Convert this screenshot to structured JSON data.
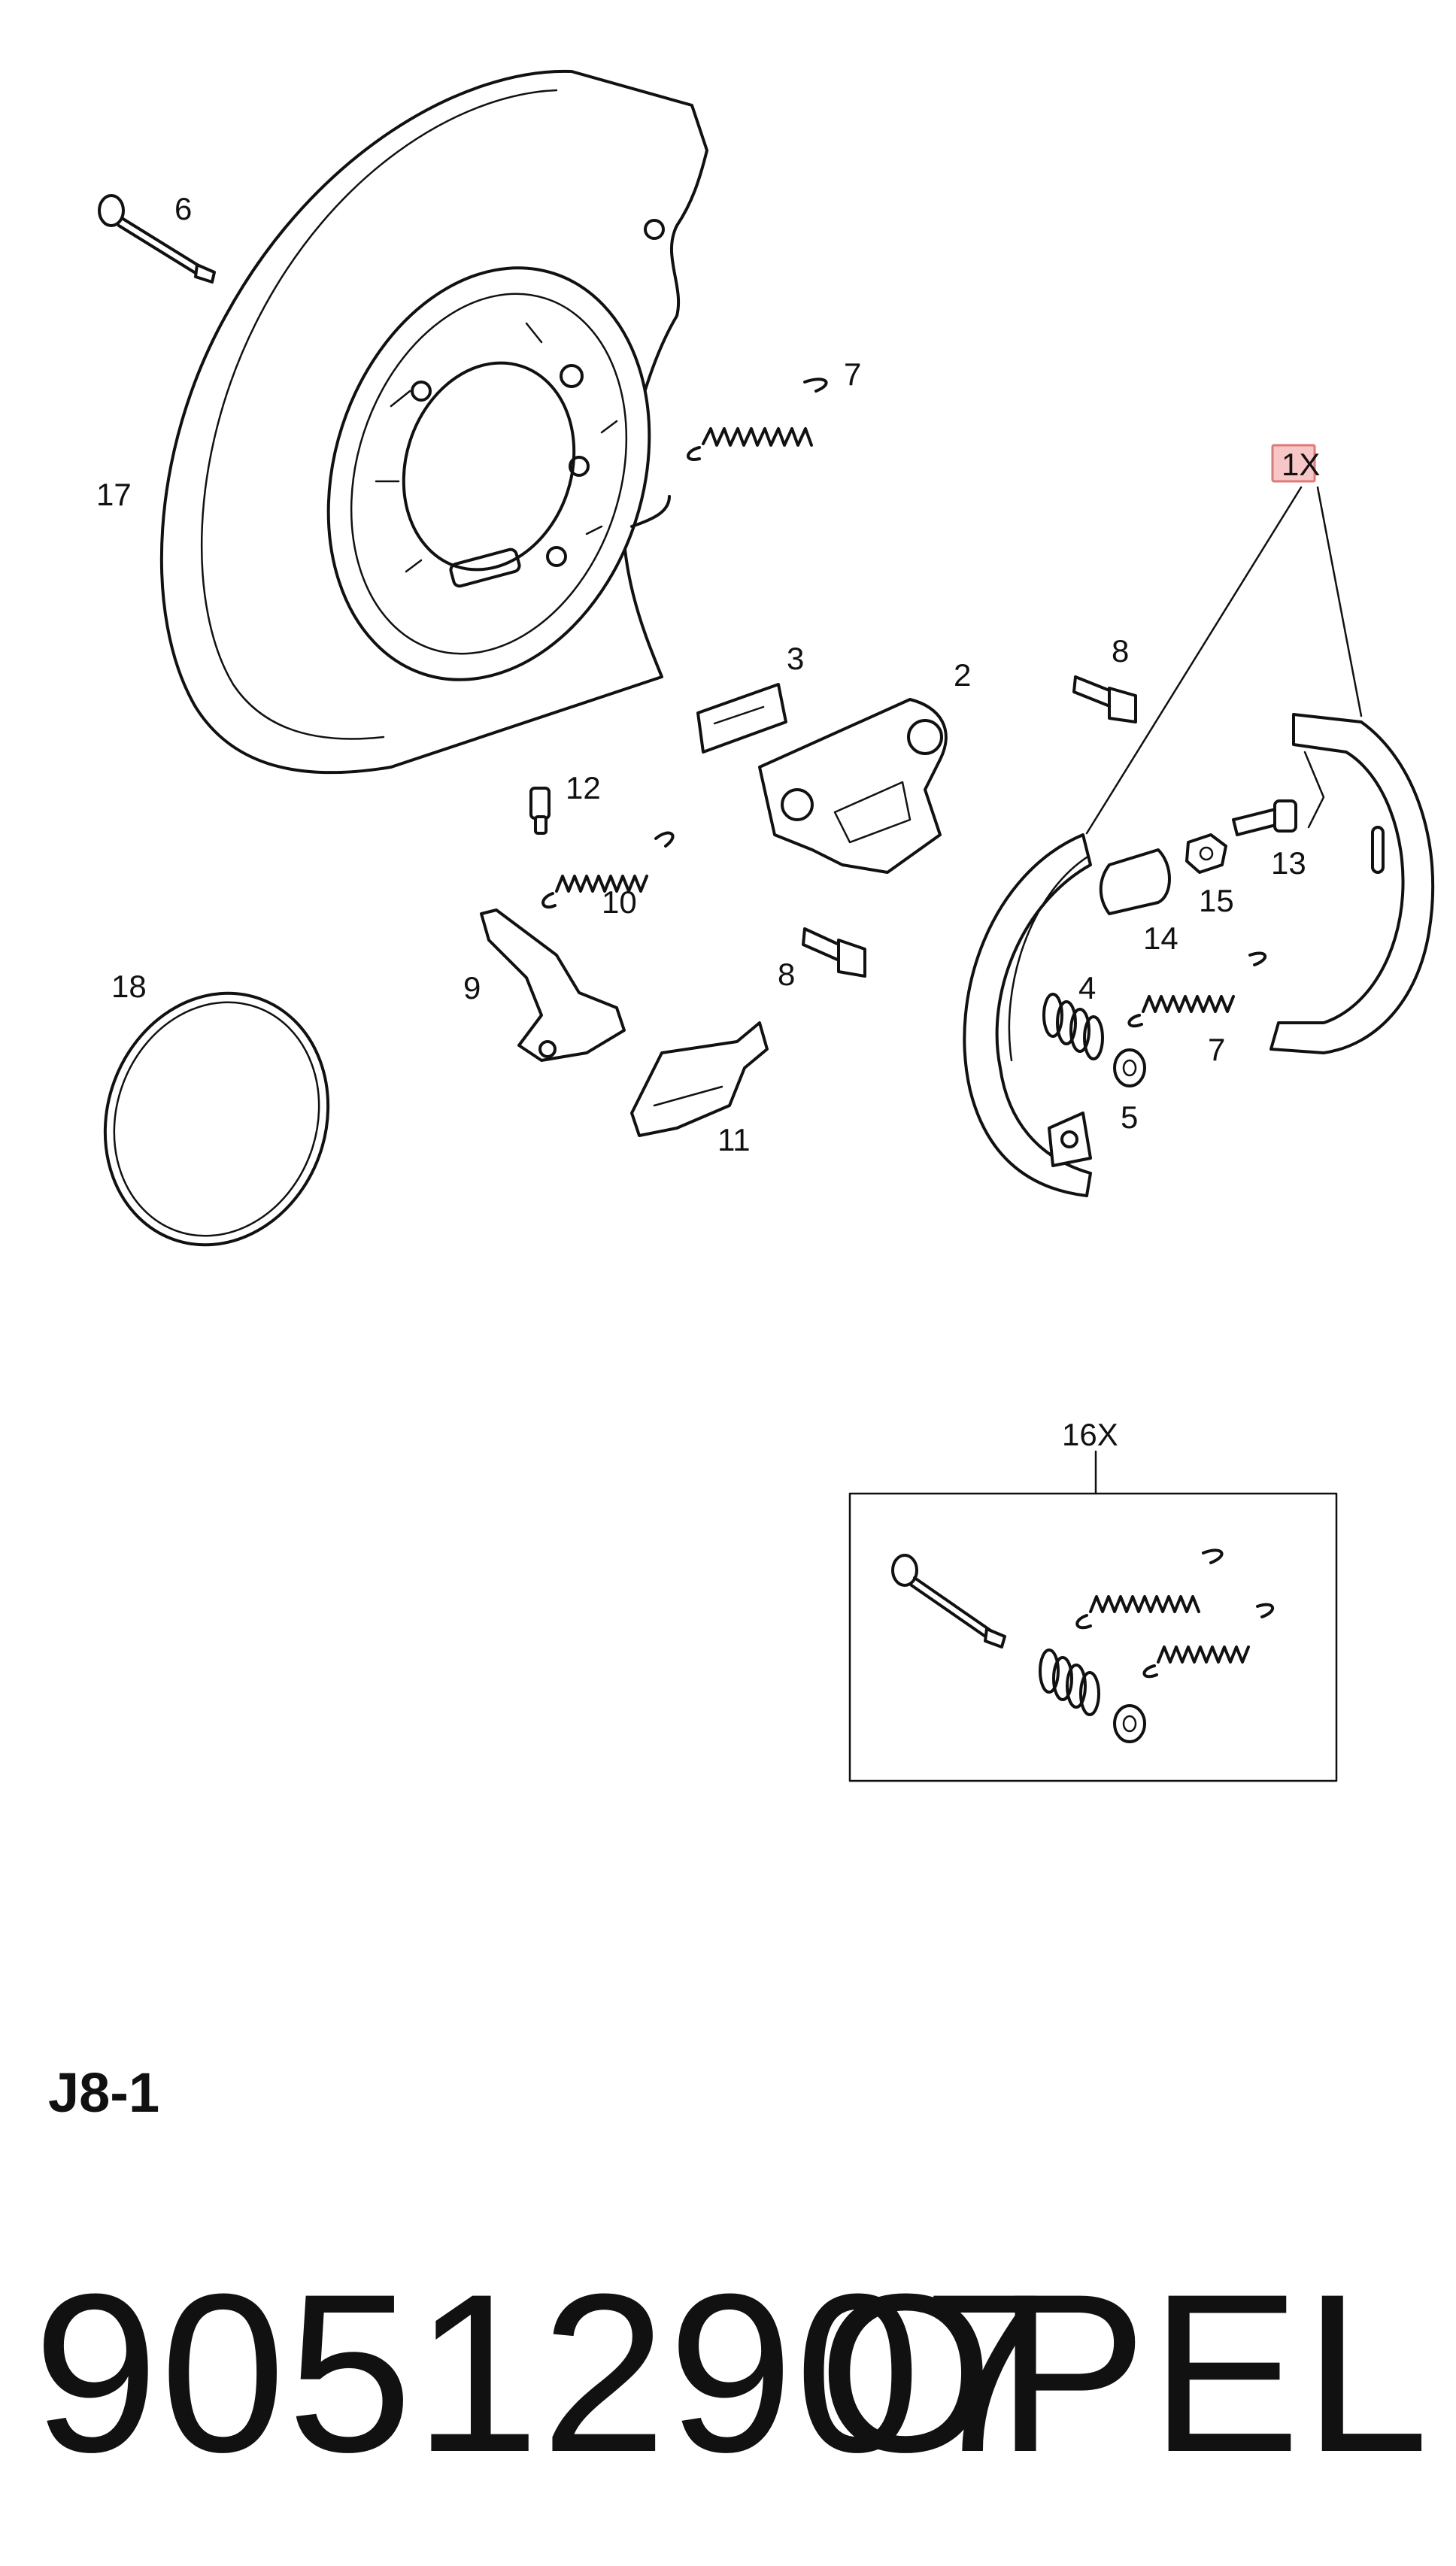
{
  "diagram": {
    "labels": {
      "p1": "1X",
      "p2": "2",
      "p3": "3",
      "p4": "4",
      "p5": "5",
      "p6": "6",
      "p7a": "7",
      "p7b": "7",
      "p8a": "8",
      "p8b": "8",
      "p9": "9",
      "p10": "10",
      "p11": "11",
      "p12": "12",
      "p13": "13",
      "p14": "14",
      "p15": "15",
      "p16": "16X",
      "p17": "17",
      "p18": "18"
    },
    "highlight_color": "#f7c7c7"
  },
  "section_code": "J8-1",
  "footer": {
    "part_number": "90512907",
    "brand": "OPEL"
  }
}
